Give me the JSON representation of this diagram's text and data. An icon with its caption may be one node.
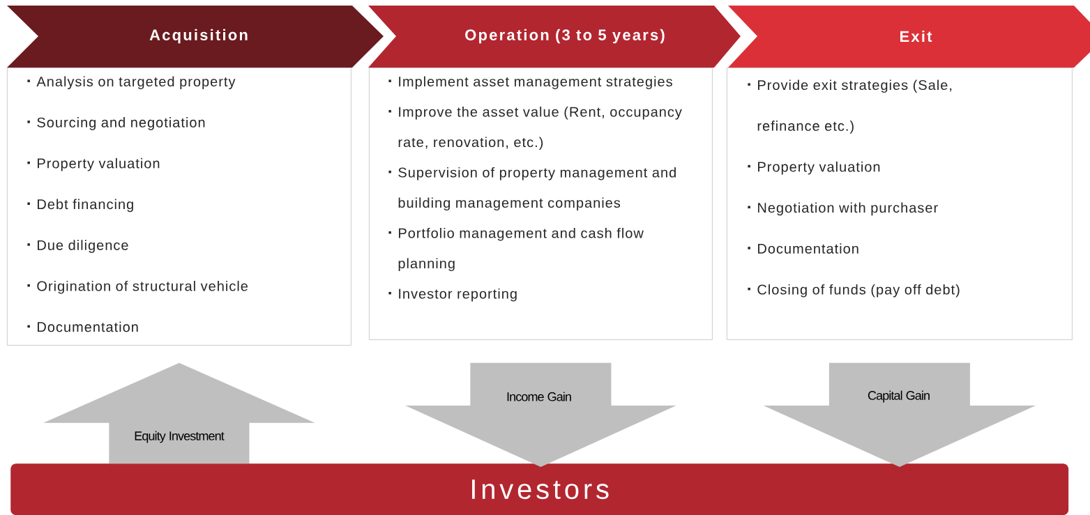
{
  "diagram": {
    "nodes": [
      {
        "text": [
          "Acquisition"
        ]
      },
      {
        "text": [
          "Operation (3 to 5 years)"
        ]
      },
      {
        "text": [
          "Exit"
        ]
      },
      {
        "text": [
          "Analysis on targeted property",
          "Sourcing and negotiation",
          "Property valuation",
          "Debt financing",
          "Due diligence",
          "Origination of structural vehicle",
          "Documentation"
        ]
      },
      {
        "text": [
          "Implement asset management strategies",
          "Improve the asset value (Rent, occupancy rate, renovation, etc.)",
          "Supervision of property management and building management companies",
          "Portfolio management and cash flow planning",
          "Investor reporting"
        ]
      },
      {
        "text": [
          "Provide exit strategies (Sale, refinance etc.)",
          "Property valuation",
          "Negotiation with purchaser",
          "Documentation",
          "Closing of funds (pay off debt)"
        ]
      },
      {
        "text": [
          "Investors"
        ]
      }
    ],
    "edges": [
      {
        "from": 6,
        "to": 3,
        "arrow": "to",
        "label": "Equity Investment"
      },
      {
        "from": 4,
        "to": 6,
        "arrow": "to",
        "label": "Income Gain"
      },
      {
        "from": 5,
        "to": 6,
        "arrow": "to",
        "label": "Capital Gain"
      }
    ]
  }
}
